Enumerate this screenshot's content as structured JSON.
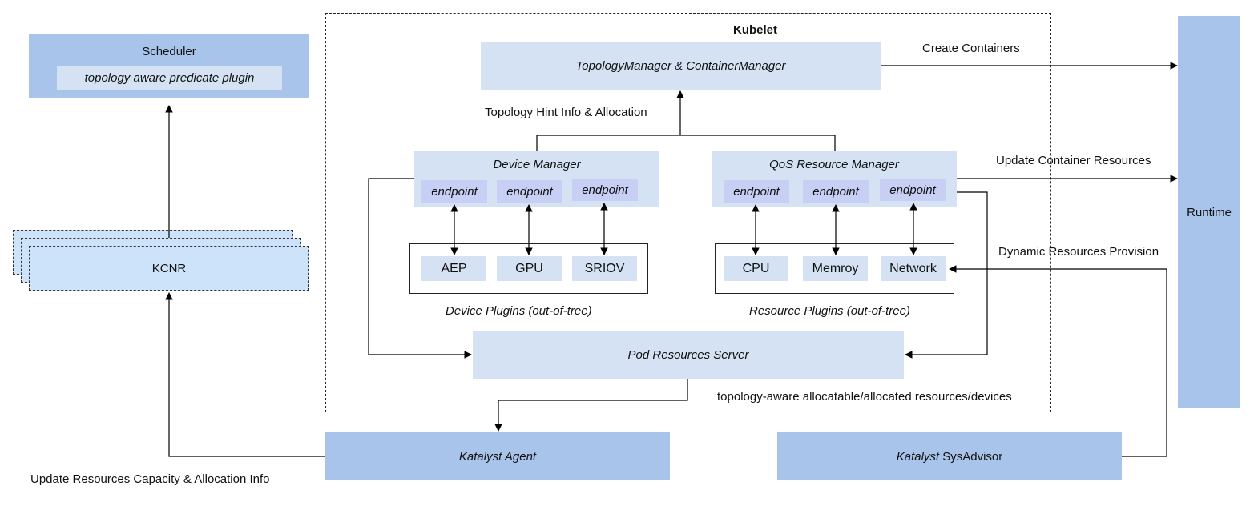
{
  "kubelet": {
    "title": "Kubelet"
  },
  "scheduler": {
    "title": "Scheduler",
    "plugin": "topology aware predicate plugin"
  },
  "kcnr": {
    "label": "KCNR"
  },
  "runtime": {
    "label": "Runtime"
  },
  "topology_manager": {
    "label": "TopologyManager & ContainerManager"
  },
  "device_manager": {
    "title": "Device Manager",
    "endpoints": [
      "endpoint",
      "endpoint",
      "endpoint"
    ]
  },
  "qos_manager": {
    "title": "QoS Resource Manager",
    "endpoints": [
      "endpoint",
      "endpoint",
      "endpoint"
    ]
  },
  "device_plugins": {
    "items": [
      "AEP",
      "GPU",
      "SRIOV"
    ],
    "caption": "Device Plugins (out-of-tree)"
  },
  "resource_plugins": {
    "items": [
      "CPU",
      "Memroy",
      "Network"
    ],
    "caption": "Resource Plugins (out-of-tree)"
  },
  "pod_resources_server": {
    "label": "Pod Resources Server"
  },
  "katalyst_agent": {
    "label": "Katalyst Agent"
  },
  "katalyst_sysadvisor": {
    "label_italic": "Katalyst",
    "label_rest": " SysAdvisor"
  },
  "edge_labels": {
    "create_containers": "Create Containers",
    "update_container_resources": "Update Container Resources",
    "dynamic_resources_provision": "Dynamic Resources Provision",
    "topology_hint": "Topology Hint Info & Allocation",
    "topology_aware": "topology-aware allocatable/allocated resources/devices",
    "update_capacity": "Update Resources Capacity & Allocation Info"
  },
  "colors": {
    "dark_box": "#a8c4ea",
    "light_box": "#d4e2f4",
    "endpoint": "#c7cff4",
    "kcnr": "#cce3fa"
  }
}
